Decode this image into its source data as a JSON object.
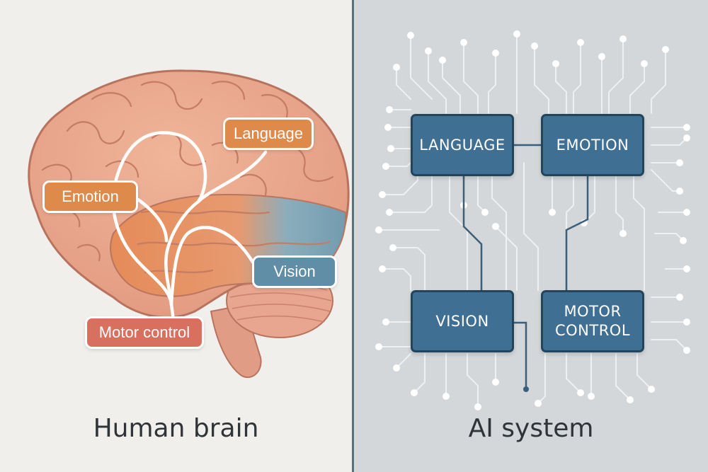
{
  "left_panel": {
    "caption": "Human brain",
    "labels": {
      "language": "Language",
      "emotion": "Emotion",
      "vision": "Vision",
      "motor": "Motor control"
    }
  },
  "right_panel": {
    "caption": "AI system",
    "modules": {
      "language": "LANGUAGE",
      "emotion": "EMOTION",
      "vision": "VISION",
      "motor": "MOTOR\nCONTROL"
    }
  },
  "colors": {
    "left_background": "#f1efec",
    "right_background": "#d3d7da",
    "brain_pink": "#e9a58c",
    "language_label": "#dd8a4a",
    "emotion_label": "#dd8a4a",
    "vision_label": "#5f8ea6",
    "motor_label": "#d8705f",
    "module_fill": "#3f6f93",
    "module_border": "#24445c",
    "circuit_lines": "#eef1f3"
  }
}
